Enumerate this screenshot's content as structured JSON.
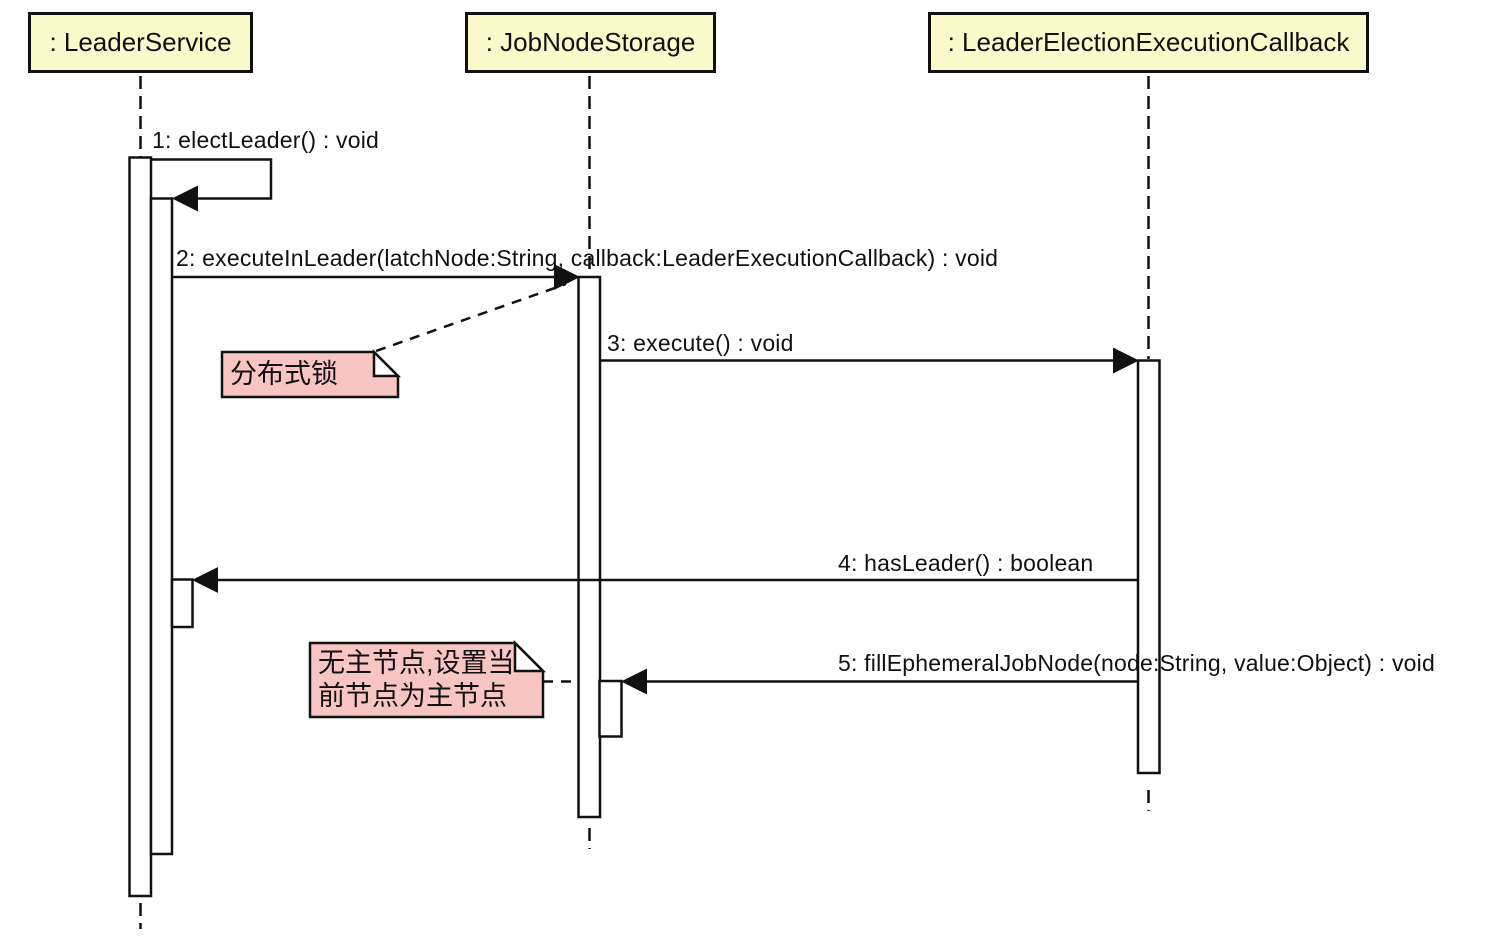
{
  "diagram_type": "uml-sequence-diagram",
  "colors": {
    "header_fill": "#FBFACB",
    "note_fill": "#F9C5C3",
    "fold_fill": "#FFFFFF",
    "line": "#111111",
    "background": "#FFFFFF"
  },
  "lifelines": [
    {
      "label": ": LeaderService"
    },
    {
      "label": ": JobNodeStorage"
    },
    {
      "label": ": LeaderElectionExecutionCallback"
    }
  ],
  "messages": [
    {
      "seq": "1",
      "label": "1: electLeader() : void",
      "from": "LeaderService",
      "to": "LeaderService",
      "kind": "self-call"
    },
    {
      "seq": "2",
      "label": "2: executeInLeader(latchNode:String, callback:LeaderExecutionCallback) : void",
      "from": "LeaderService",
      "to": "JobNodeStorage",
      "kind": "call"
    },
    {
      "seq": "3",
      "label": "3: execute() : void",
      "from": "JobNodeStorage",
      "to": "LeaderElectionExecutionCallback",
      "kind": "call"
    },
    {
      "seq": "4",
      "label": "4: hasLeader() : boolean",
      "from": "LeaderElectionExecutionCallback",
      "to": "LeaderService",
      "kind": "call"
    },
    {
      "seq": "5",
      "label": "5: fillEphemeralJobNode(node:String, value:Object) : void",
      "from": "LeaderElectionExecutionCallback",
      "to": "JobNodeStorage",
      "kind": "call"
    }
  ],
  "notes": [
    {
      "text": "分布式锁",
      "lines": [
        "分布式锁"
      ],
      "attached_to": "message 2"
    },
    {
      "text": "无主节点,设置当前节点为主节点",
      "lines": [
        "无主节点,设置当",
        "前节点为主节点"
      ],
      "attached_to": "message 5"
    }
  ]
}
